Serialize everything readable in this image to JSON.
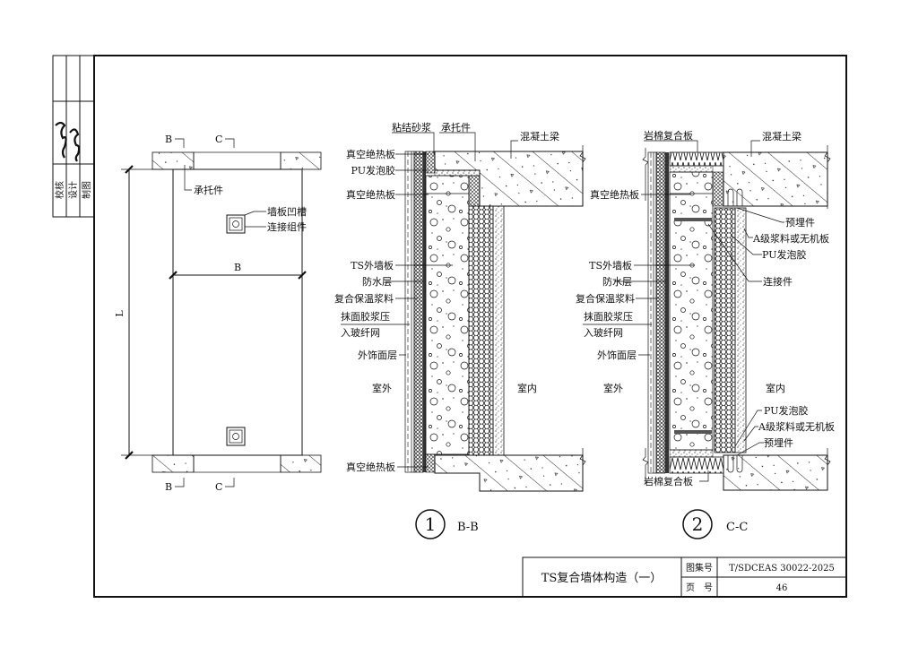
{
  "side_strip": {
    "roles": [
      "校核",
      "设计",
      "制图"
    ]
  },
  "elevation": {
    "top_b": "B",
    "top_c": "C",
    "bottom_b": "B",
    "bottom_c": "C",
    "bracket": "承托件",
    "groove": "墙板凹槽",
    "connector": "连接组件",
    "width_dim": "B",
    "length_dim": "L"
  },
  "section_1": {
    "number": "1",
    "name": "B-B",
    "labels": {
      "mortar": "粘结砂浆",
      "bracket": "承托件",
      "beam": "混凝土梁",
      "vip_top": "真空绝热板",
      "pu_foam": "PU发泡胶",
      "vip_mid": "真空绝热板",
      "ts_panel": "TS外墙板",
      "waterproof": "防水层",
      "insulation_mortar": "复合保温浆料",
      "plaster_1": "抹面胶浆压",
      "plaster_2": "入玻纤网",
      "finish": "外饰面层",
      "outside": "室外",
      "inside": "室内",
      "vip_bottom": "真空绝热板"
    }
  },
  "section_2": {
    "number": "2",
    "name": "C-C",
    "labels": {
      "rockwool_top": "岩棉复合板",
      "beam": "混凝土梁",
      "vip": "真空绝热板",
      "embed_top": "预埋件",
      "a_grade_top": "A级浆料或无机板",
      "pu_top": "PU发泡胶",
      "connector": "连接件",
      "ts_panel": "TS外墙板",
      "waterproof": "防水层",
      "insulation_mortar": "复合保温浆料",
      "plaster_1": "抹面胶浆压",
      "plaster_2": "入玻纤网",
      "finish": "外饰面层",
      "outside": "室外",
      "inside": "室内",
      "pu_bottom": "PU发泡胶",
      "a_grade_bottom": "A级浆料或无机板",
      "embed_bottom": "预埋件",
      "rockwool_bottom": "岩棉复合板"
    }
  },
  "title_block": {
    "title": "TS复合墙体构造（一）",
    "atlas_label": "图集号",
    "atlas_no": "T/SDCEAS 30022-2025",
    "page_label": "页　号",
    "page_no": "46"
  }
}
